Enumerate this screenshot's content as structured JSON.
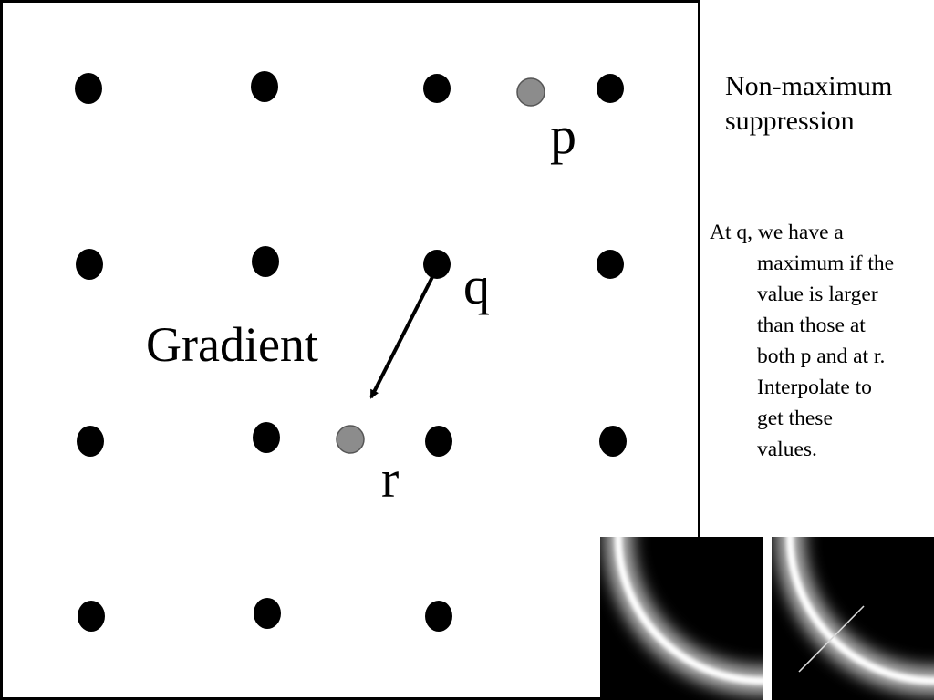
{
  "title": "Non-maximum suppression",
  "description_lines": [
    "At q, we have a",
    "maximum if the",
    "value is larger",
    "than those at",
    "both p and at r.",
    "Interpolate to",
    "get these",
    "values."
  ],
  "diagram": {
    "gradient_label": "Gradient",
    "point_labels": {
      "p": "p",
      "q": "q",
      "r": "r"
    },
    "colors": {
      "grid_dot": "#000000",
      "interpolated_dot": "#8c8c8c",
      "frame": "#000000"
    }
  },
  "thumbnails": [
    {
      "id": "edge-magnitude",
      "has_gradient_line": false
    },
    {
      "id": "edge-with-gradient-line",
      "has_gradient_line": true
    }
  ]
}
